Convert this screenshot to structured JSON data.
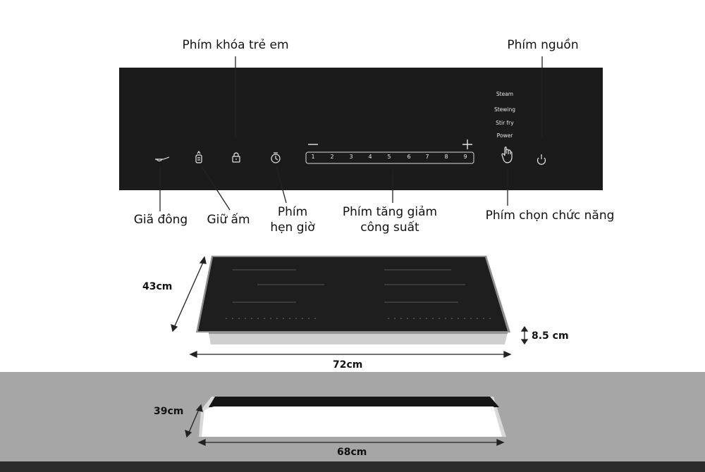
{
  "labels": {
    "child_lock": "Phím khóa trẻ em",
    "power_key": "Phím nguồn",
    "defrost": "Giã đông",
    "keep_warm": "Giữ ấm",
    "timer_line1": "Phím",
    "timer_line2": "hẹn giờ",
    "power_adjust_line1": "Phím tăng giảm",
    "power_adjust_line2": "công suất",
    "function_select": "Phím chọn chức năng"
  },
  "control_panel": {
    "minus": "—",
    "plus": "+",
    "power_levels": [
      "1",
      "2",
      "3",
      "4",
      "5",
      "6",
      "7",
      "8",
      "9"
    ],
    "modes": [
      "Steam",
      "Stewing",
      "Stir fry",
      "Power"
    ]
  },
  "dimensions": {
    "depth": "43cm",
    "width": "72cm",
    "height": "8.5 cm",
    "cutout_depth": "39cm",
    "cutout_width": "68cm"
  },
  "icons": [
    "pan-icon",
    "keep-warm-icon",
    "lock-icon",
    "timer-icon",
    "hand-pointer-icon",
    "power-icon"
  ],
  "colors": {
    "panel": "#1b1b1b",
    "counter": "#a6a6a6"
  }
}
